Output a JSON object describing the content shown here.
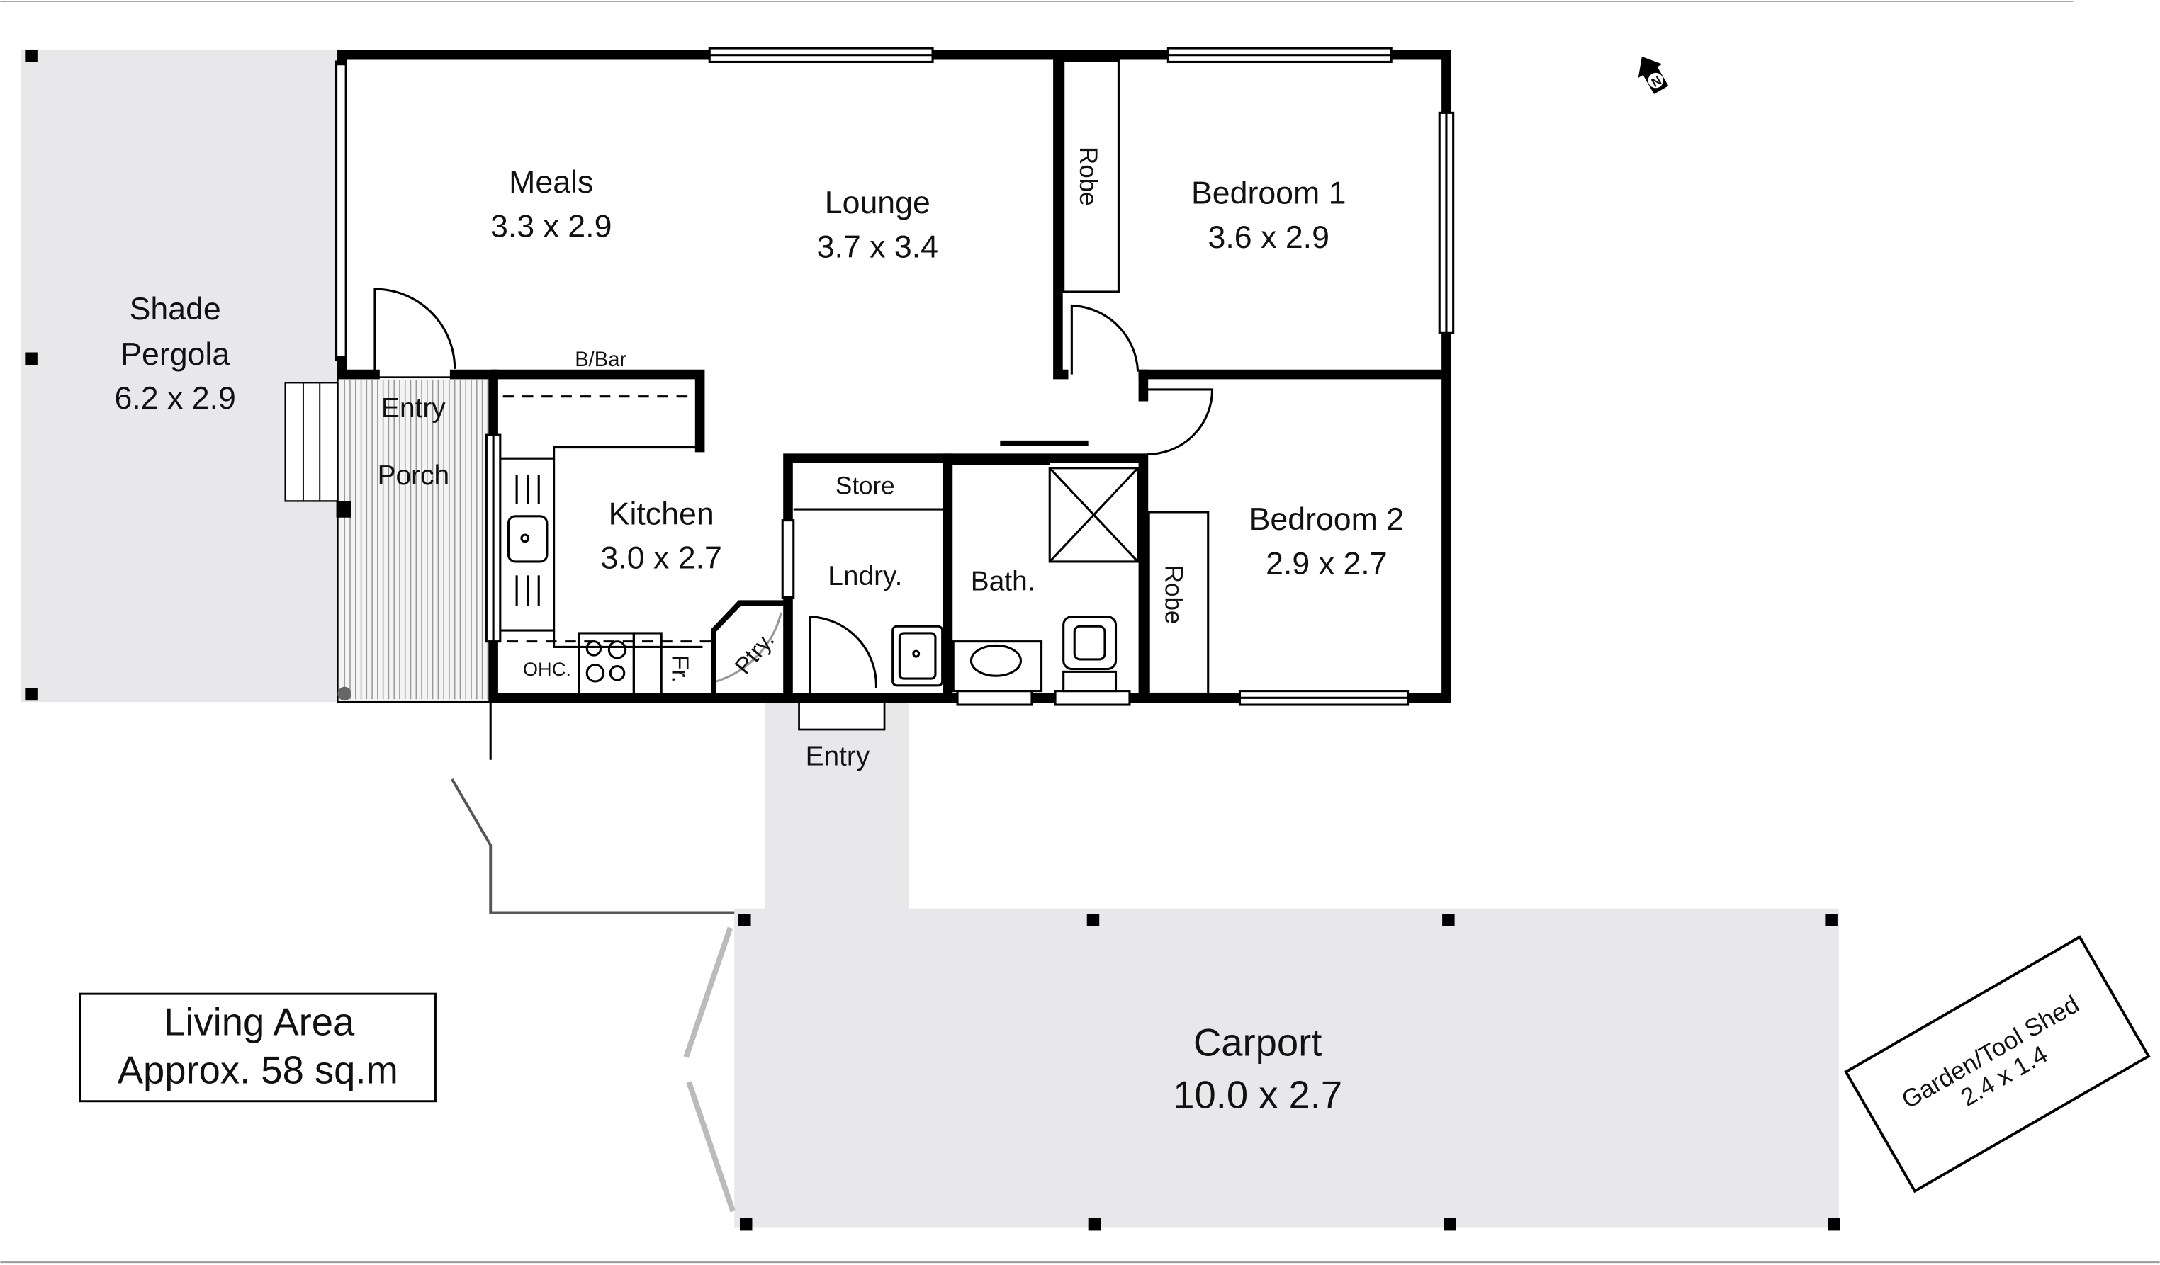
{
  "plan": {
    "rooms": {
      "meals": {
        "name": "Meals",
        "size": "3.3 x 2.9"
      },
      "lounge": {
        "name": "Lounge",
        "size": "3.7 x 3.4"
      },
      "bedroom1": {
        "name": "Bedroom 1",
        "size": "3.6 x 2.9"
      },
      "bedroom2": {
        "name": "Bedroom 2",
        "size": "2.9 x 2.7"
      },
      "kitchen": {
        "name": "Kitchen",
        "size": "3.0 x 2.7"
      },
      "pergola": {
        "line1": "Shade",
        "line2": "Pergola",
        "size": "6.2 x 2.9"
      },
      "carport": {
        "name": "Carport",
        "size": "10.0 x 2.7"
      },
      "shed": {
        "name": "Garden/Tool Shed",
        "size": "2.4 x 1.4"
      }
    },
    "labels": {
      "entry_top": "Entry",
      "porch": "Porch",
      "bbar": "B/Bar",
      "store": "Store",
      "laundry": "Lndry.",
      "bath": "Bath.",
      "robe1": "Robe",
      "robe2": "Robe",
      "ohc": "OHC.",
      "fridge": "Fr.",
      "pantry": "Ptry.",
      "entry_bottom": "Entry"
    },
    "compass": {
      "letter": "N"
    },
    "area_box": {
      "line1": "Living Area",
      "line2": "Approx. 58 sq.m"
    },
    "colors": {
      "wall": "#000000",
      "outdoor_fill": "#e8e8ea"
    }
  }
}
